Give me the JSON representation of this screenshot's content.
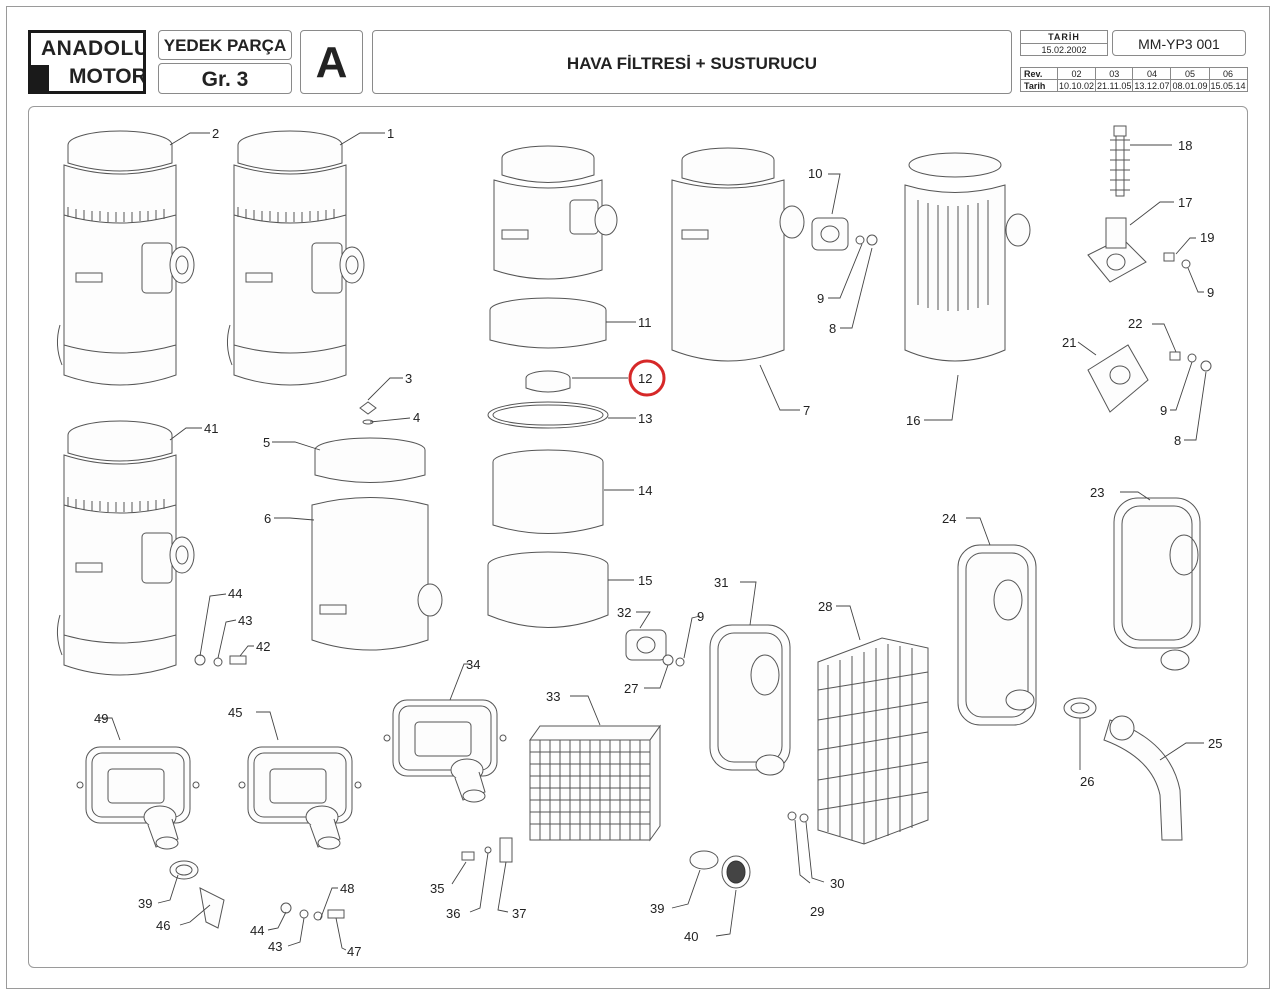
{
  "header": {
    "logo_line1": "ANADOLU",
    "logo_line2": "MOTOR",
    "yedek_parca": "YEDEK PARÇA",
    "group": "Gr. 3",
    "sheet_letter": "A",
    "title": "HAVA FİLTRESİ + SUSTURUCU",
    "tarih_label": "TARİH",
    "tarih_value": "15.02.2002",
    "doc_code": "MM-YP3 001"
  },
  "revision_table": {
    "row_labels": [
      "Rev.",
      "Tarih"
    ],
    "revisions": [
      "02",
      "03",
      "04",
      "05",
      "06"
    ],
    "dates": [
      "10.10.02",
      "21.11.05",
      "13.12.07",
      "08.01.09",
      "15.05.14"
    ]
  },
  "diagram": {
    "highlighted_part": "12",
    "highlight_color": "#d62828",
    "callouts": [
      "1",
      "2",
      "3",
      "4",
      "5",
      "6",
      "7",
      "8",
      "8",
      "9",
      "9",
      "9",
      "9",
      "10",
      "11",
      "12",
      "13",
      "14",
      "15",
      "16",
      "17",
      "18",
      "19",
      "21",
      "22",
      "23",
      "24",
      "25",
      "26",
      "27",
      "28",
      "29",
      "30",
      "31",
      "32",
      "33",
      "34",
      "35",
      "36",
      "37",
      "39",
      "39",
      "40",
      "41",
      "42",
      "43",
      "43",
      "44",
      "44",
      "45",
      "46",
      "47",
      "48",
      "49"
    ]
  }
}
